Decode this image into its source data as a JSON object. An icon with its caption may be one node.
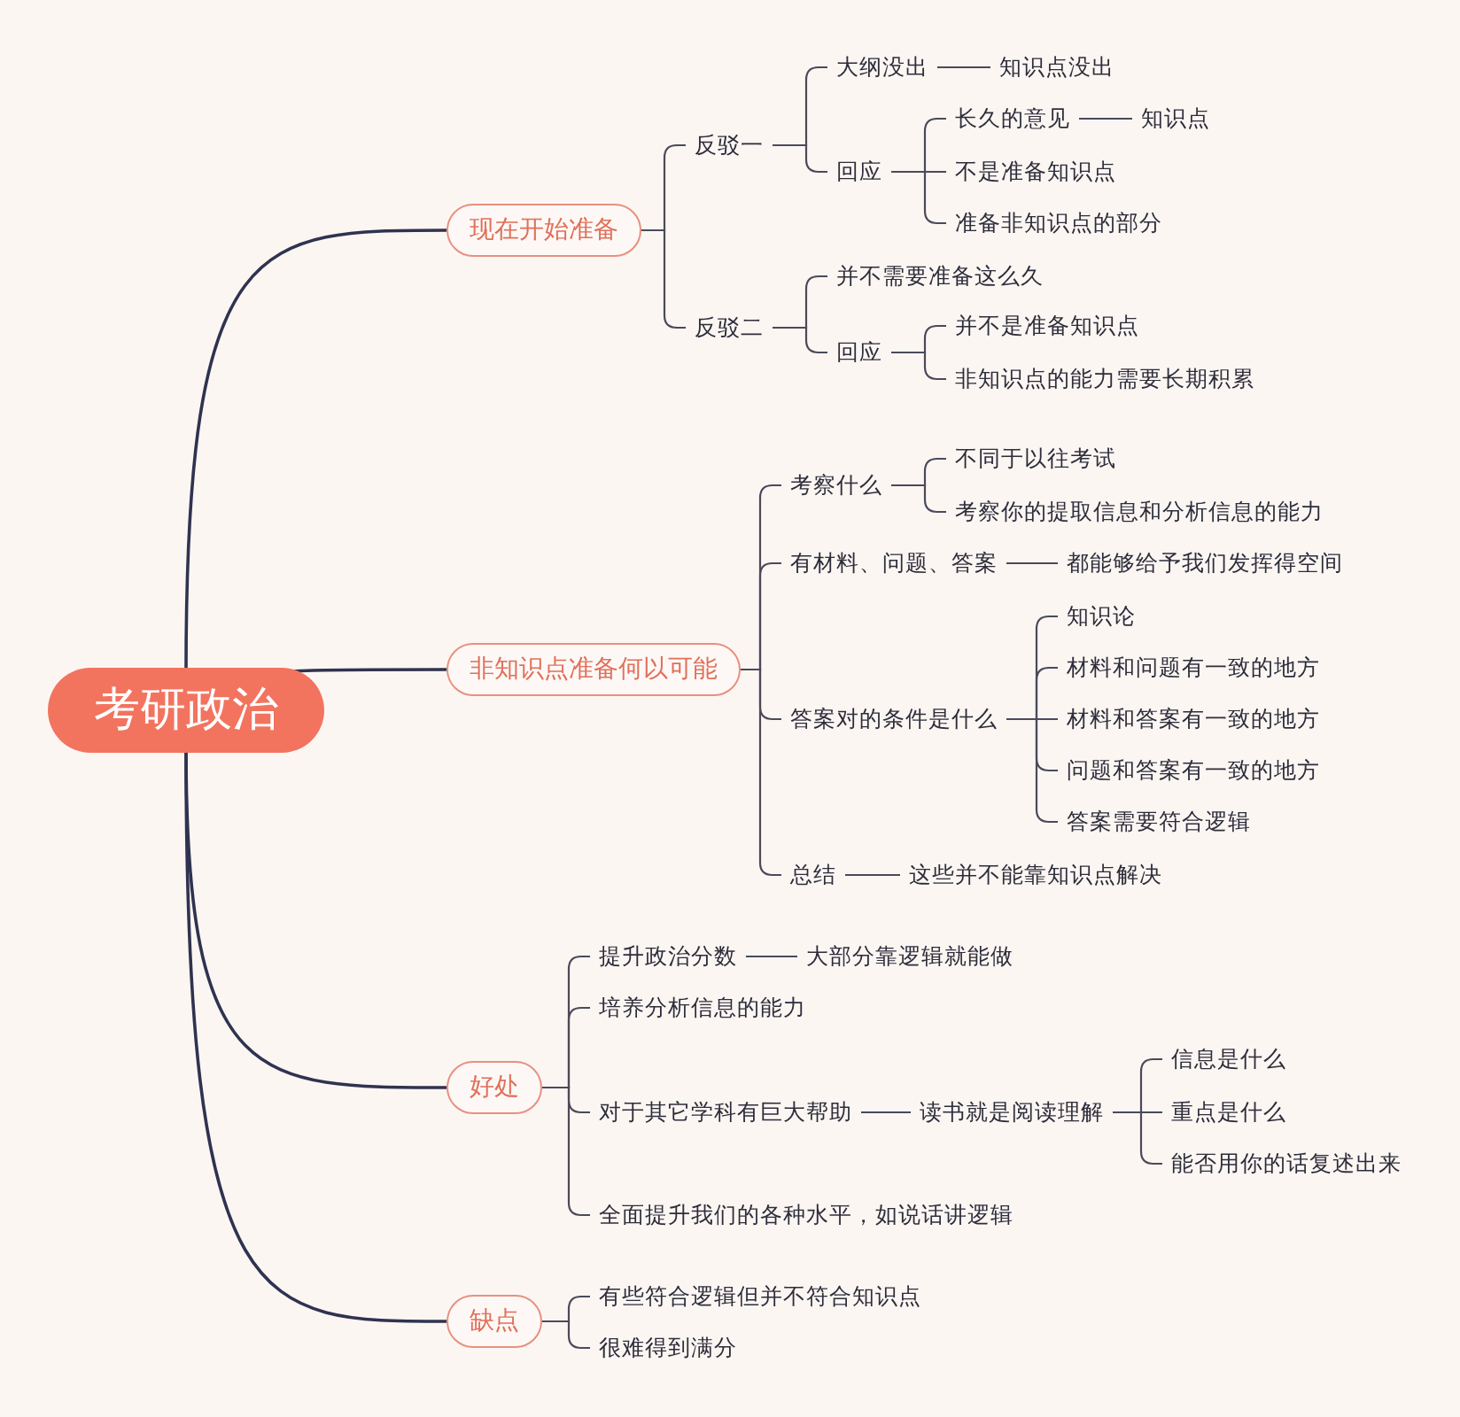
{
  "diagram": {
    "nodes": [
      {
        "text": [
          "考研政治"
        ]
      },
      {
        "text": [
          "现在开始准备"
        ]
      },
      {
        "text": [
          "反驳一"
        ]
      },
      {
        "text": [
          "大纲没出"
        ]
      },
      {
        "text": [
          "知识点没出"
        ]
      },
      {
        "text": [
          "回应"
        ]
      },
      {
        "text": [
          "长久的意见"
        ]
      },
      {
        "text": [
          "知识点"
        ]
      },
      {
        "text": [
          "不是准备知识点"
        ]
      },
      {
        "text": [
          "准备非知识点的部分"
        ]
      },
      {
        "text": [
          "反驳二"
        ]
      },
      {
        "text": [
          "并不需要准备这么久"
        ]
      },
      {
        "text": [
          "回应"
        ]
      },
      {
        "text": [
          "并不是准备知识点"
        ]
      },
      {
        "text": [
          "非知识点的能力需要长期积累"
        ]
      },
      {
        "text": [
          "非知识点准备何以可能"
        ]
      },
      {
        "text": [
          "考察什么"
        ]
      },
      {
        "text": [
          "不同于以往考试"
        ]
      },
      {
        "text": [
          "考察你的提取信息和分析信息的能力"
        ]
      },
      {
        "text": [
          "有材料、问题、答案"
        ]
      },
      {
        "text": [
          "都能够给予我们发挥得空间"
        ]
      },
      {
        "text": [
          "答案对的条件是什么"
        ]
      },
      {
        "text": [
          "知识论"
        ]
      },
      {
        "text": [
          "材料和问题有一致的地方"
        ]
      },
      {
        "text": [
          "材料和答案有一致的地方"
        ]
      },
      {
        "text": [
          "问题和答案有一致的地方"
        ]
      },
      {
        "text": [
          "答案需要符合逻辑"
        ]
      },
      {
        "text": [
          "总结"
        ]
      },
      {
        "text": [
          "这些并不能靠知识点解决"
        ]
      },
      {
        "text": [
          "好处"
        ]
      },
      {
        "text": [
          "提升政治分数"
        ]
      },
      {
        "text": [
          "大部分靠逻辑就能做"
        ]
      },
      {
        "text": [
          "培养分析信息的能力"
        ]
      },
      {
        "text": [
          "对于其它学科有巨大帮助"
        ]
      },
      {
        "text": [
          "读书就是阅读理解"
        ]
      },
      {
        "text": [
          "信息是什么"
        ]
      },
      {
        "text": [
          "重点是什么"
        ]
      },
      {
        "text": [
          "能否用你的话复述出来"
        ]
      },
      {
        "text": [
          "全面提升我们的各种水平，如说话讲逻辑"
        ]
      },
      {
        "text": [
          "缺点"
        ]
      },
      {
        "text": [
          "有些符合逻辑但并不符合知识点"
        ]
      },
      {
        "text": [
          "很难得到满分"
        ]
      }
    ],
    "edges": [
      {
        "from": 0,
        "to": 1,
        "arrow": "none"
      },
      {
        "from": 1,
        "to": 2,
        "arrow": "none"
      },
      {
        "from": 2,
        "to": 3,
        "arrow": "none"
      },
      {
        "from": 3,
        "to": 4,
        "arrow": "none"
      },
      {
        "from": 2,
        "to": 5,
        "arrow": "none"
      },
      {
        "from": 5,
        "to": 6,
        "arrow": "none"
      },
      {
        "from": 6,
        "to": 7,
        "arrow": "none"
      },
      {
        "from": 5,
        "to": 8,
        "arrow": "none"
      },
      {
        "from": 5,
        "to": 9,
        "arrow": "none"
      },
      {
        "from": 1,
        "to": 10,
        "arrow": "none"
      },
      {
        "from": 10,
        "to": 11,
        "arrow": "none"
      },
      {
        "from": 10,
        "to": 12,
        "arrow": "none"
      },
      {
        "from": 12,
        "to": 13,
        "arrow": "none"
      },
      {
        "from": 12,
        "to": 14,
        "arrow": "none"
      },
      {
        "from": 0,
        "to": 15,
        "arrow": "none"
      },
      {
        "from": 15,
        "to": 16,
        "arrow": "none"
      },
      {
        "from": 16,
        "to": 17,
        "arrow": "none"
      },
      {
        "from": 16,
        "to": 18,
        "arrow": "none"
      },
      {
        "from": 15,
        "to": 19,
        "arrow": "none"
      },
      {
        "from": 19,
        "to": 20,
        "arrow": "none"
      },
      {
        "from": 15,
        "to": 21,
        "arrow": "none"
      },
      {
        "from": 21,
        "to": 22,
        "arrow": "none"
      },
      {
        "from": 21,
        "to": 23,
        "arrow": "none"
      },
      {
        "from": 21,
        "to": 24,
        "arrow": "none"
      },
      {
        "from": 21,
        "to": 25,
        "arrow": "none"
      },
      {
        "from": 21,
        "to": 26,
        "arrow": "none"
      },
      {
        "from": 15,
        "to": 27,
        "arrow": "none"
      },
      {
        "from": 27,
        "to": 28,
        "arrow": "none"
      },
      {
        "from": 0,
        "to": 29,
        "arrow": "none"
      },
      {
        "from": 29,
        "to": 30,
        "arrow": "none"
      },
      {
        "from": 30,
        "to": 31,
        "arrow": "none"
      },
      {
        "from": 29,
        "to": 32,
        "arrow": "none"
      },
      {
        "from": 29,
        "to": 33,
        "arrow": "none"
      },
      {
        "from": 33,
        "to": 34,
        "arrow": "none"
      },
      {
        "from": 34,
        "to": 35,
        "arrow": "none"
      },
      {
        "from": 34,
        "to": 36,
        "arrow": "none"
      },
      {
        "from": 34,
        "to": 37,
        "arrow": "none"
      },
      {
        "from": 29,
        "to": 38,
        "arrow": "none"
      },
      {
        "from": 0,
        "to": 39,
        "arrow": "none"
      },
      {
        "from": 39,
        "to": 40,
        "arrow": "none"
      },
      {
        "from": 39,
        "to": 41,
        "arrow": "none"
      }
    ]
  }
}
